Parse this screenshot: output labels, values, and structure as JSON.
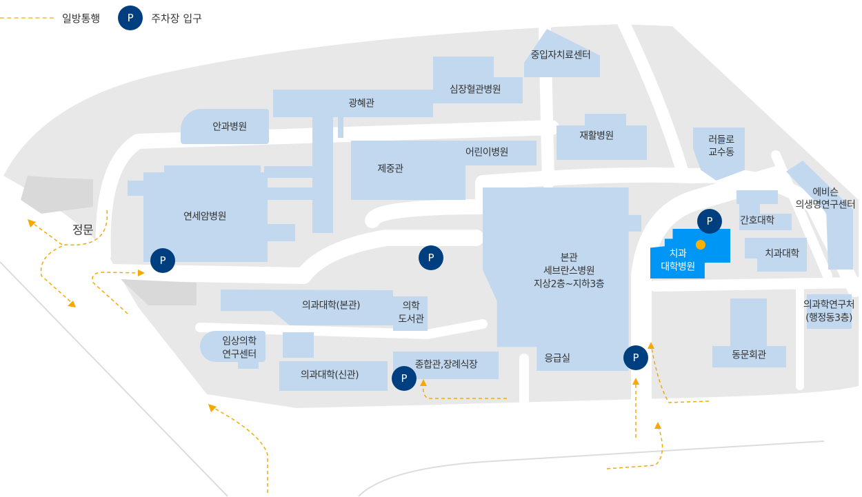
{
  "legend": {
    "one_way": "일방통행",
    "parking_symbol": "P",
    "parking_entrance": "주차장 입구"
  },
  "colors": {
    "ground": "#e8e8e8",
    "building": "#c2d8ef",
    "highlight": "#0096f5",
    "parking": "#003f7f",
    "route": "#f5a800"
  },
  "labels": {
    "main_gate": "정문",
    "eye_hospital": "안과병원",
    "gwanghye": "광혜관",
    "heart_hospital": "심장혈관병원",
    "proton_center": "중입자치료센터",
    "rehab_hospital": "재활병원",
    "ludlow_1": "러들로",
    "ludlow_2": "교수동",
    "jejung": "제중관",
    "children_hospital": "어린이병원",
    "cancer_hospital": "연세암병원",
    "main_1": "본관",
    "main_2": "세브란스병원",
    "main_3": "지상2층~지하3층",
    "emergency": "응급실",
    "nursing": "간호대학",
    "dental_college": "치과대학",
    "dental_hospital_1": "치과",
    "dental_hospital_2": "대학병원",
    "avison_1": "에비슨",
    "avison_2": "의생명연구센터",
    "research_1": "의과학연구처",
    "research_2": "(행정동3층)",
    "alumni": "동문회관",
    "med_main": "의과대학(본관)",
    "library_1": "의학",
    "library_2": "도서관",
    "clinical_1": "임상의학",
    "clinical_2": "연구센터",
    "med_new": "의과대학(신관)",
    "general_hall": "종합관,장례식장"
  }
}
